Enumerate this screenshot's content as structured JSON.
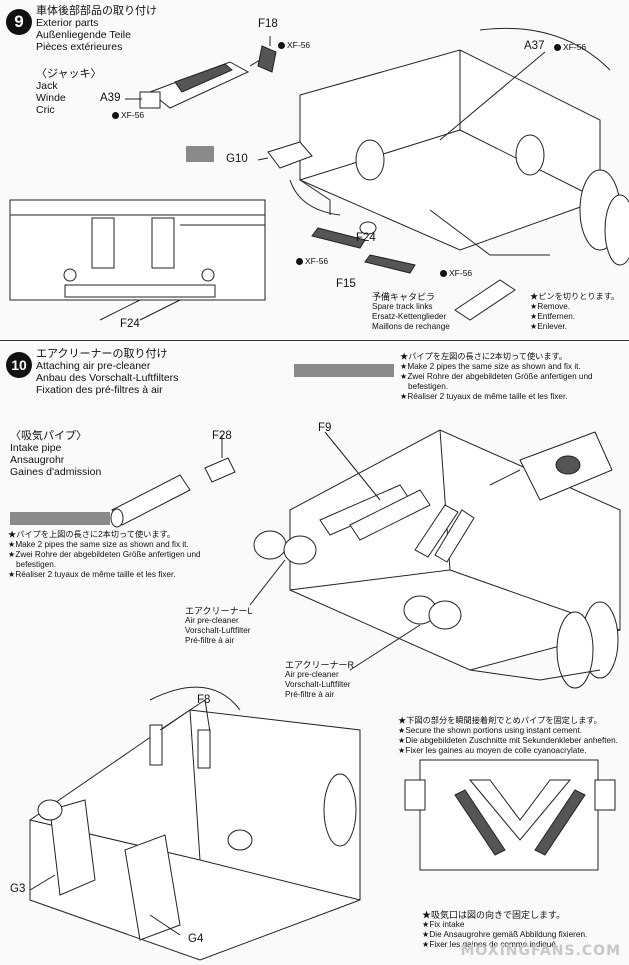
{
  "step9": {
    "number": "9",
    "title_jp": "車体後部部品の取り付け",
    "title_en": "Exterior parts",
    "title_de": "Außenliegende Teile",
    "title_fr": "Pièces extérieures",
    "jack": {
      "jp": "〈ジャッキ〉",
      "en": "Jack",
      "de": "Winde",
      "fr": "Cric"
    },
    "parts": {
      "f18": "F18",
      "a37": "A37",
      "a39": "A39",
      "g10": "G10",
      "f24a": "F24",
      "f24b": "F24",
      "f15": "F15"
    },
    "paint": {
      "xf56": "XF-56"
    },
    "spare_track": {
      "jp": "予備キャタピラ",
      "en": "Spare track links",
      "de": "Ersatz-Kettenglieder",
      "fr": "Maillons de rechange"
    },
    "pin_note": {
      "jp": "★ピンを切りとります。",
      "en": "★Remove.",
      "de": "★Entfernen.",
      "fr": "★Enlever."
    }
  },
  "step10": {
    "number": "10",
    "title_jp": "エアクリーナーの取り付け",
    "title_en": "Attaching air pre-cleaner",
    "title_de": "Anbau des Vorschalt-Luftfilters",
    "title_fr": "Fixation des pré-filtres à air",
    "pipe_note_top": {
      "jp": "★パイプを左図の長さに2本切って使います。",
      "en": "★Make 2 pipes the same size as shown and fix it.",
      "de1": "★Zwei Rohre der abgebildeten Größe anfertigen und",
      "de2": "befestigen.",
      "fr": "★Réaliser 2 tuyaux de même taille et les fixer."
    },
    "intake": {
      "jp": "〈吸気パイプ〉",
      "en": "Intake pipe",
      "de": "Ansaugrohr",
      "fr": "Gaines d'admission"
    },
    "pipe_note_left": {
      "jp": "★パイプを上図の長さに2本切って使います。",
      "en": "★Make 2 pipes the same size as shown and fix it.",
      "de1": "★Zwei Rohre der abgebildeten Größe anfertigen und",
      "de2": "befestigen.",
      "fr": "★Réaliser 2 tuyaux de même taille et les fixer."
    },
    "parts": {
      "f28": "F28",
      "f9": "F9",
      "f8": "F8",
      "g3": "G3",
      "g4": "G4"
    },
    "cleaner_l": {
      "jp": "エアクリーナーL",
      "en": "Air pre-cleaner",
      "de": "Vorschalt-Luftfilter",
      "fr": "Pré-filtre à air"
    },
    "cleaner_r": {
      "jp": "エアクリーナーR",
      "en": "Air pre-cleaner",
      "de": "Vorschalt-Luftfilter",
      "fr": "Pré-filtre à air"
    },
    "cement_note": {
      "jp": "★下図の部分を瞬間接着剤でとめパイプを固定します。",
      "en": "★Secure the shown portions using instant cement.",
      "de": "★Die abgebildeten Zuschnitte mit Sekundenkleber anheften.",
      "fr": "★Fixer les gaines au moyen de colle cyanoacrylate."
    },
    "intake_note": {
      "jp": "★吸気口は図の向きで固定します。",
      "en": "★Fix intake",
      "de": "★Die Ansaugrohre gemäß Abbildung fixieren.",
      "fr": "★Fixer les gaines de comme indiqué."
    }
  },
  "watermark": "MOXINGFANS.COM"
}
